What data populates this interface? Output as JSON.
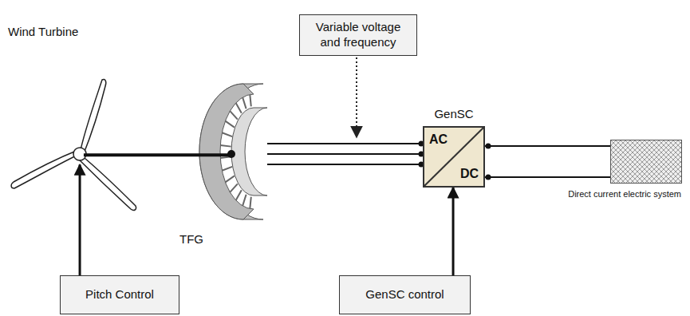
{
  "diagram": {
    "nodes": [
      {
        "text": [
          "Wind Turbine"
        ]
      },
      {
        "text": [
          "Variable voltage and frequency"
        ]
      },
      {
        "text": [
          "GenSC",
          "AC",
          "DC"
        ]
      },
      {
        "text": [
          "TFG"
        ]
      },
      {
        "text": [
          "Direct current electric system"
        ]
      },
      {
        "text": [
          "Pitch Control"
        ]
      },
      {
        "text": [
          "GenSC control"
        ]
      }
    ],
    "edges": [
      {
        "from": 0,
        "to": 3,
        "arrow": "none"
      },
      {
        "from": 3,
        "to": 2,
        "arrow": "none"
      },
      {
        "from": 2,
        "to": 4,
        "arrow": "none"
      },
      {
        "from": 5,
        "to": 0,
        "arrow": "to"
      },
      {
        "from": 6,
        "to": 2,
        "arrow": "to"
      }
    ]
  }
}
